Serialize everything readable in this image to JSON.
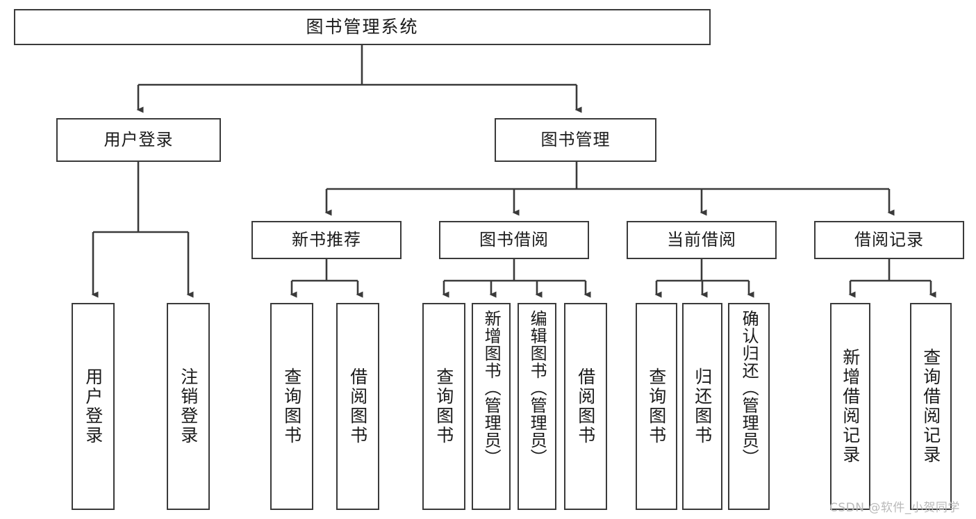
{
  "diagram": {
    "title": "图书管理系统",
    "watermark": "CSDN @软件_小贺同学",
    "line_color": "#3a3a3a",
    "background": "#ffffff",
    "text_color": "#1a1a1a",
    "watermark_color": "#b9b9b9"
  },
  "nodes": {
    "root": {
      "label": "图书管理系统"
    },
    "level2": [
      {
        "label": "用户登录"
      },
      {
        "label": "图书管理"
      }
    ],
    "level3": [
      {
        "label": "新书推荐"
      },
      {
        "label": "图书借阅"
      },
      {
        "label": "当前借阅"
      },
      {
        "label": "借阅记录"
      }
    ],
    "leaves": [
      {
        "label": "用户登录"
      },
      {
        "label": "注销登录"
      },
      {
        "label": "查询图书"
      },
      {
        "label": "借阅图书"
      },
      {
        "label": "查询图书"
      },
      {
        "label": "新增图书（管理员）"
      },
      {
        "label": "编辑图书（管理员）"
      },
      {
        "label": "借阅图书"
      },
      {
        "label": "查询图书"
      },
      {
        "label": "归还图书"
      },
      {
        "label": "确认归还（管理员）"
      },
      {
        "label": "新增借阅记录"
      },
      {
        "label": "查询借阅记录"
      }
    ]
  }
}
